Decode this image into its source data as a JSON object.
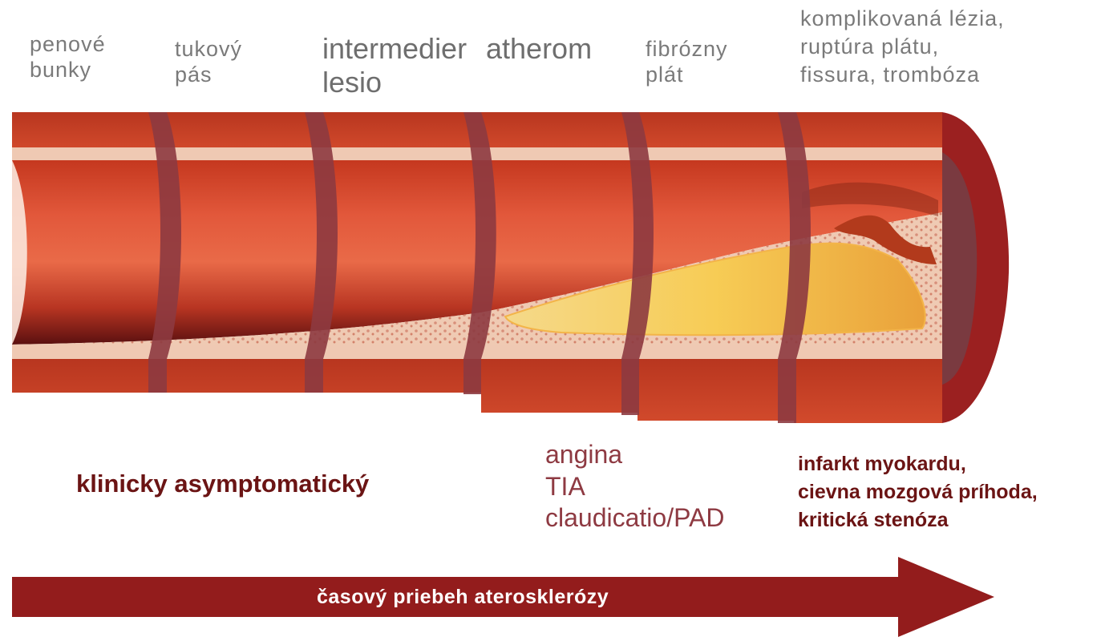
{
  "stages": [
    {
      "id": "foam-cells",
      "lines": [
        "penové",
        "bunky"
      ]
    },
    {
      "id": "fatty-streak",
      "lines": [
        "tukový",
        "pás"
      ]
    },
    {
      "id": "intermediate-lesion",
      "lines": [
        "intermedier",
        "lesio"
      ]
    },
    {
      "id": "atheroma",
      "lines": [
        "atherom"
      ]
    },
    {
      "id": "fibrous-plaque",
      "lines": [
        "fibrózny",
        "plát"
      ]
    },
    {
      "id": "complicated-lesion",
      "lines": [
        "komplikovaná lézia,",
        "ruptúra plátu,",
        "fissura, trombóza"
      ]
    }
  ],
  "outcomes": {
    "asymptomatic": [
      "klinicky asymptomatický"
    ],
    "intermediate": [
      "angina",
      "TIA",
      "claudicatio/PAD"
    ],
    "severe": [
      "infarkt myokardu,",
      "cievna mozgová príhoda,",
      "kritická stenóza"
    ]
  },
  "timeline": {
    "label": "časový priebeh aterosklerózy"
  },
  "colors": {
    "vessel_wall": "#c8432a",
    "vessel_outer": "#b8361f",
    "lumen": "#d9553a",
    "plaque_light": "#f1d1bd",
    "lipid_core": "#f4c85a",
    "dark_red": "#8b1a1a",
    "arrow": "#931c1c"
  },
  "icons": [
    "artery-segment-icon",
    "timeline-arrow-icon"
  ]
}
